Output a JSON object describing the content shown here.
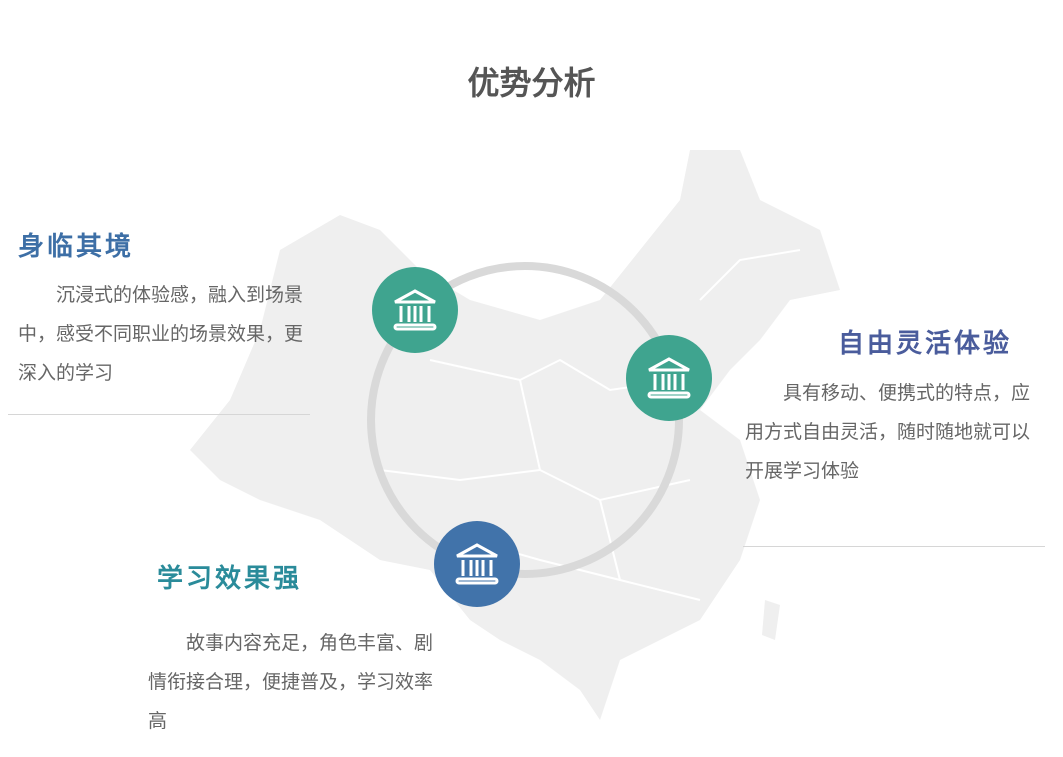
{
  "title": "优势分析",
  "features": [
    {
      "heading": "身临其境",
      "text": "沉浸式的体验感，融入到场景中，感受不同职业的场景效果，更深入的学习",
      "color": "#3d6fa6",
      "icon": "bank-icon",
      "icon_color": "#3fa48f"
    },
    {
      "heading": "自由灵活体验",
      "text": "具有移动、便携式的特点，应用方式自由灵活，随时随地就可以开展学习体验",
      "color": "#4a5c9c",
      "icon": "bank-icon",
      "icon_color": "#3fa48f"
    },
    {
      "heading": "学习效果强",
      "text": "故事内容充足，角色丰富、剧情衔接合理，便捷普及，学习效率高",
      "color": "#2a8b9a",
      "icon": "bank-icon",
      "icon_color": "#4173aa"
    }
  ]
}
